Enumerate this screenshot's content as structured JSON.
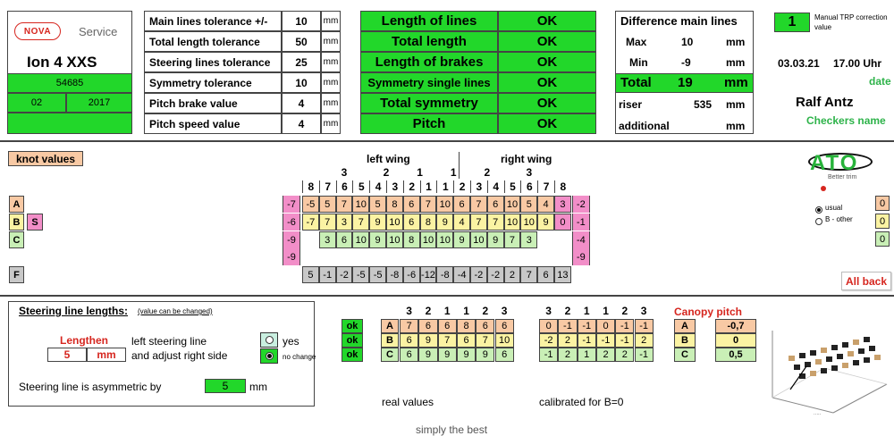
{
  "brand": {
    "logo": "NOVA",
    "service": "Service",
    "model": "Ion 4 XXS",
    "code": "54685",
    "month": "02",
    "year": "2017"
  },
  "tolerances": [
    {
      "label": "Main lines tolerance +/-",
      "value": "10",
      "unit": "mm"
    },
    {
      "label": "Total length tolerance",
      "value": "50",
      "unit": "mm"
    },
    {
      "label": "Steering lines tolerance",
      "value": "25",
      "unit": "mm"
    },
    {
      "label": "Symmetry tolerance",
      "value": "10",
      "unit": "mm"
    },
    {
      "label": "Pitch brake value",
      "value": "4",
      "unit": "mm"
    },
    {
      "label": "Pitch speed value",
      "value": "4",
      "unit": "mm"
    }
  ],
  "status": [
    {
      "label": "Length of lines",
      "value": "OK"
    },
    {
      "label": "Total length",
      "value": "OK"
    },
    {
      "label": "Length of brakes",
      "value": "OK"
    },
    {
      "label": "Symmetry single lines",
      "value": "OK"
    },
    {
      "label": "Total symmetry",
      "value": "OK"
    },
    {
      "label": "Pitch",
      "value": "OK"
    }
  ],
  "diff": {
    "title": "Difference main lines",
    "max_label": "Max",
    "max_value": "10",
    "max_unit": "mm",
    "min_label": "Min",
    "min_value": "-9",
    "min_unit": "mm",
    "total_label": "Total",
    "total_value": "19",
    "total_unit": "mm",
    "riser_label": "riser",
    "riser_value": "535",
    "riser_unit": "mm",
    "add_label": "additional",
    "add_unit": "mm"
  },
  "trp": {
    "value": "1",
    "label": "Manual TRP correction value"
  },
  "checker": {
    "date": "03.03.21",
    "time": "17.00 Uhr",
    "date_label": "date",
    "name": "Ralf Antz",
    "name_label": "Checkers name"
  },
  "knot_label": "knot values",
  "wings": {
    "left": "left wing",
    "right": "right wing"
  },
  "groups_left": [
    "3",
    "2",
    "1"
  ],
  "groups_right": [
    "1",
    "2",
    "3"
  ],
  "top_nums": [
    "8",
    "7",
    "6",
    "5",
    "4",
    "3",
    "2",
    "1",
    "1",
    "2",
    "3",
    "4",
    "5",
    "6",
    "7",
    "8"
  ],
  "rows": {
    "A": [
      "-5",
      "5",
      "7",
      "10",
      "5",
      "8",
      "6",
      "7",
      "10",
      "6",
      "7",
      "6",
      "10",
      "5",
      "4",
      "3"
    ],
    "B": [
      "-7",
      "7",
      "3",
      "7",
      "9",
      "10",
      "6",
      "8",
      "9",
      "4",
      "7",
      "7",
      "10",
      "10",
      "9",
      "0"
    ],
    "C": [
      "",
      "3",
      "6",
      "10",
      "9",
      "10",
      "8",
      "10",
      "10",
      "9",
      "10",
      "9",
      "7",
      "3",
      "",
      ""
    ],
    "F": [
      "5",
      "-1",
      "-2",
      "-5",
      "-5",
      "-8",
      "-6",
      "-12",
      "-8",
      "-4",
      "-2",
      "-2",
      "2",
      "7",
      "6",
      "13"
    ]
  },
  "left_pink": [
    "-7",
    "-6",
    "-9",
    "-9"
  ],
  "right_pink": [
    "-2",
    "-1",
    "-4",
    "-9"
  ],
  "row_labels": {
    "a": "A",
    "b": "B",
    "c": "C",
    "s": "S",
    "f": "F"
  },
  "ato": {
    "logo": "ATO",
    "tag": "Better trim"
  },
  "options": {
    "usual": "usual",
    "other": "B - other"
  },
  "side_values": [
    "0",
    "0",
    "0"
  ],
  "all_back": "All back",
  "steering": {
    "title": "Steering line lengths:",
    "note": "(value can be changed)",
    "lengthen": "Lengthen",
    "value": "5",
    "unit": "mm",
    "line1": "left steering line",
    "line2": "and adjust right side",
    "yes": "yes",
    "nochange": "no change",
    "asym_label": "Steering line is asymmetric by",
    "asym_value": "5",
    "asym_unit": "mm"
  },
  "bottom": {
    "heads1": [
      "3",
      "2",
      "1",
      "1",
      "2",
      "3"
    ],
    "heads2": [
      "3",
      "2",
      "1",
      "1",
      "2",
      "3"
    ],
    "ok": [
      "ok",
      "ok",
      "ok"
    ],
    "real": {
      "A": [
        "7",
        "6",
        "6",
        "8",
        "6",
        "6"
      ],
      "B": [
        "6",
        "9",
        "7",
        "6",
        "7",
        "10"
      ],
      "C": [
        "6",
        "9",
        "9",
        "9",
        "9",
        "6"
      ]
    },
    "calib": {
      "A": [
        "0",
        "-1",
        "-1",
        "0",
        "-1",
        "-1"
      ],
      "B": [
        "-2",
        "2",
        "-1",
        "-1",
        "-1",
        "2"
      ],
      "C": [
        "-1",
        "2",
        "1",
        "2",
        "2",
        "-1"
      ]
    },
    "real_label": "real values",
    "calib_label": "calibrated for B=0",
    "canopy_title": "Canopy pitch",
    "canopy": [
      "-0,7",
      "0",
      "0,5"
    ],
    "footer": "simply the best"
  }
}
